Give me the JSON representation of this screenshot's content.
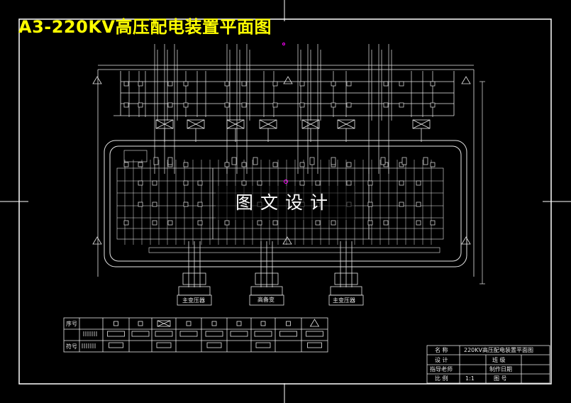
{
  "title": "A3-220KV高压配电装置平面图",
  "watermark": "图文设计",
  "colors": {
    "background": "#000000",
    "lines": "#e8e8e8",
    "title": "#ffff00",
    "accent": "#ff00ff"
  },
  "equipment_labels": [
    "主变压器",
    "高备变",
    "主变压器"
  ],
  "legend": {
    "row_labels": [
      "序号",
      "符号"
    ],
    "symbol_icons": [
      "disconnect-switch-icon",
      "circuit-breaker-icon",
      "grounding-icon",
      "current-transformer-icon",
      "surge-arrester-icon",
      "voltage-transformer-icon",
      "insulator-icon",
      "capacitor-icon",
      "triangle-marker-icon"
    ]
  },
  "title_block": {
    "rows": [
      {
        "label": "名 称",
        "value": "220KV高压配电装置平面图"
      },
      {
        "label": "设 计",
        "value": "班 级"
      },
      {
        "label": "指导老师",
        "value": "制作日期"
      },
      {
        "label": "比 例",
        "value": "1:1",
        "extra": "图 号"
      }
    ]
  }
}
